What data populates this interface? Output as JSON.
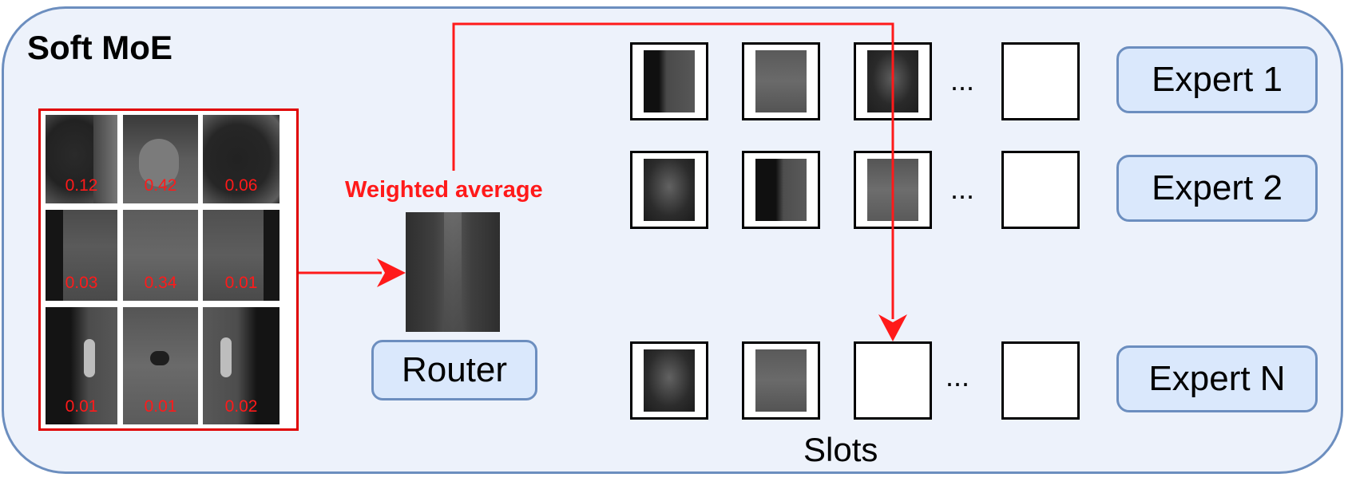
{
  "title": "Soft MoE",
  "patch_weights": [
    "0.12",
    "0.42",
    "0.06",
    "0.03",
    "0.34",
    "0.01",
    "0.01",
    "0.01",
    "0.02"
  ],
  "weighted_average_label": "Weighted average",
  "router_label": "Router",
  "slots_label": "Slots",
  "ellipsis": "...",
  "experts": [
    "Expert 1",
    "Expert 2",
    "Expert N"
  ],
  "colors": {
    "panel_fill": "#edf2fb",
    "panel_border": "#6c8ebf",
    "box_fill": "#dae8fc",
    "accent_red": "#ff1a1a"
  }
}
